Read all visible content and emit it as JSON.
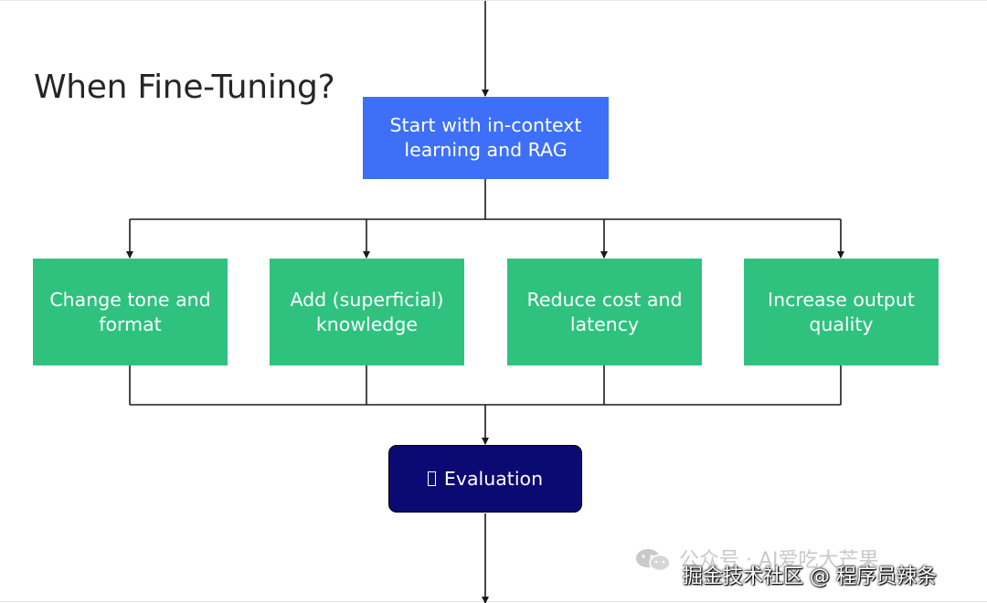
{
  "title": "When Fine-Tuning?",
  "start_node": {
    "label_line1": "Start with in-context",
    "label_line2": "learning and RAG"
  },
  "options": [
    {
      "line1": "Change tone and",
      "line2": "format"
    },
    {
      "line1": "Add (superficial)",
      "line2": "knowledge"
    },
    {
      "line1": "Reduce cost and",
      "line2": "latency"
    },
    {
      "line1": "Increase output",
      "line2": "quality"
    }
  ],
  "evaluation_node": {
    "label": "Evaluation"
  },
  "watermark": {
    "line1": "公众号 · AI爱吃大芒果",
    "line2": "掘金技术社区 @ 程序员辣条"
  },
  "colors": {
    "start_box": "#3d6ff8",
    "option_box": "#2ec27e",
    "evaluation_box": "#0b0a73",
    "connector": "#1a1a1a"
  }
}
